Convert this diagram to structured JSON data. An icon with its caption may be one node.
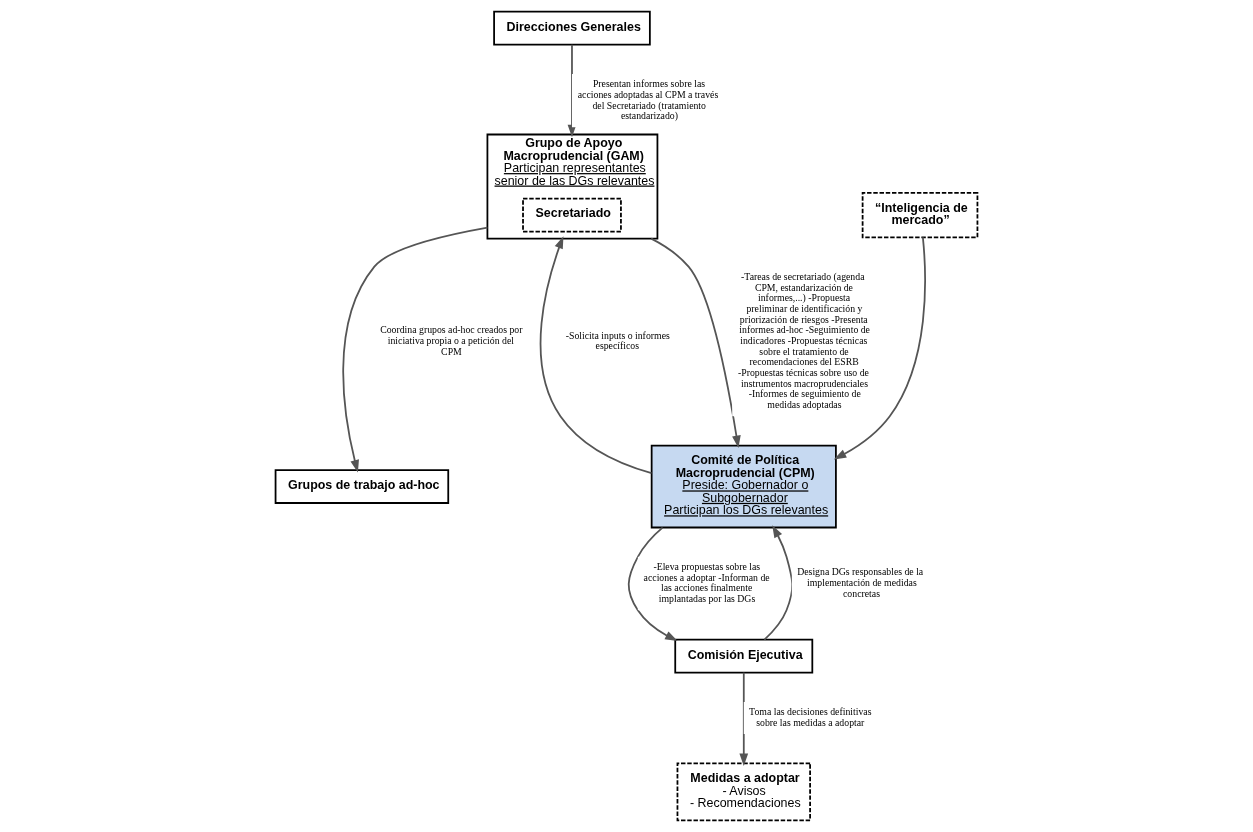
{
  "diagram": {
    "nodes": [
      {
        "text": [
          "Direcciones Generales"
        ]
      },
      {
        "text": [
          "Grupo de Apoyo Macroprudencial (GAM)",
          "Participan representantes senior de las DGs relevantes"
        ]
      },
      {
        "text": [
          "Secretariado"
        ],
        "in": 1
      },
      {
        "text": [
          "Comité de Política Macroprudencial (CPM)",
          "Preside: Gobernador o Subgobernador",
          "Participan los DGs relevantes"
        ]
      },
      {
        "text": [
          "Comisión Ejecutiva"
        ]
      },
      {
        "text": [
          "“Inteligencia de mercado”"
        ]
      },
      {
        "text": [
          "Grupos de trabajo ad-hoc"
        ]
      },
      {
        "text": [
          "Medidas a adoptar",
          "- Avisos",
          "- Recomendaciones"
        ]
      }
    ],
    "edges": [
      {
        "from": 0,
        "to": 1,
        "arrow": "to",
        "label": "Presentan informes sobre las acciones adoptadas al CPM a través del Secretariado (tratamiento estandarizado)"
      },
      {
        "from": 1,
        "to": 3,
        "arrow": "to",
        "label": "-Tareas de secretariado (agenda CPM, estandarización de informes,...) -Propuesta preliminar de identificación y priorización de riesgos -Presenta informes ad-hoc -Seguimiento de indicadores -Propuestas técnicas sobre el tratamiento de recomendaciones del ESRB -Propuestas técnicas sobre uso de instrumentos macroprudenciales -Informes de seguimiento de medidas adoptadas"
      },
      {
        "from": 3,
        "to": 1,
        "arrow": "to",
        "label": "-Solicita inputs o informes específicos"
      },
      {
        "from": 3,
        "to": 4,
        "arrow": "to",
        "label": "-Eleva propuestas sobre las acciones a adoptar -Informan de las acciones finalmente implantadas por las DGs"
      },
      {
        "from": 4,
        "to": 3,
        "arrow": "to",
        "label": "Designa DGs responsables de la implementación de medidas concretas"
      },
      {
        "from": 5,
        "to": 3,
        "arrow": "to"
      },
      {
        "from": 1,
        "to": 6,
        "arrow": "to",
        "label": "Coordina grupos ad-hoc creados por iniciativa propia o a petición del CPM"
      },
      {
        "from": 4,
        "to": 7,
        "arrow": "to",
        "label": "Toma las decisiones definitivas sobre las medidas a adoptar"
      }
    ]
  }
}
